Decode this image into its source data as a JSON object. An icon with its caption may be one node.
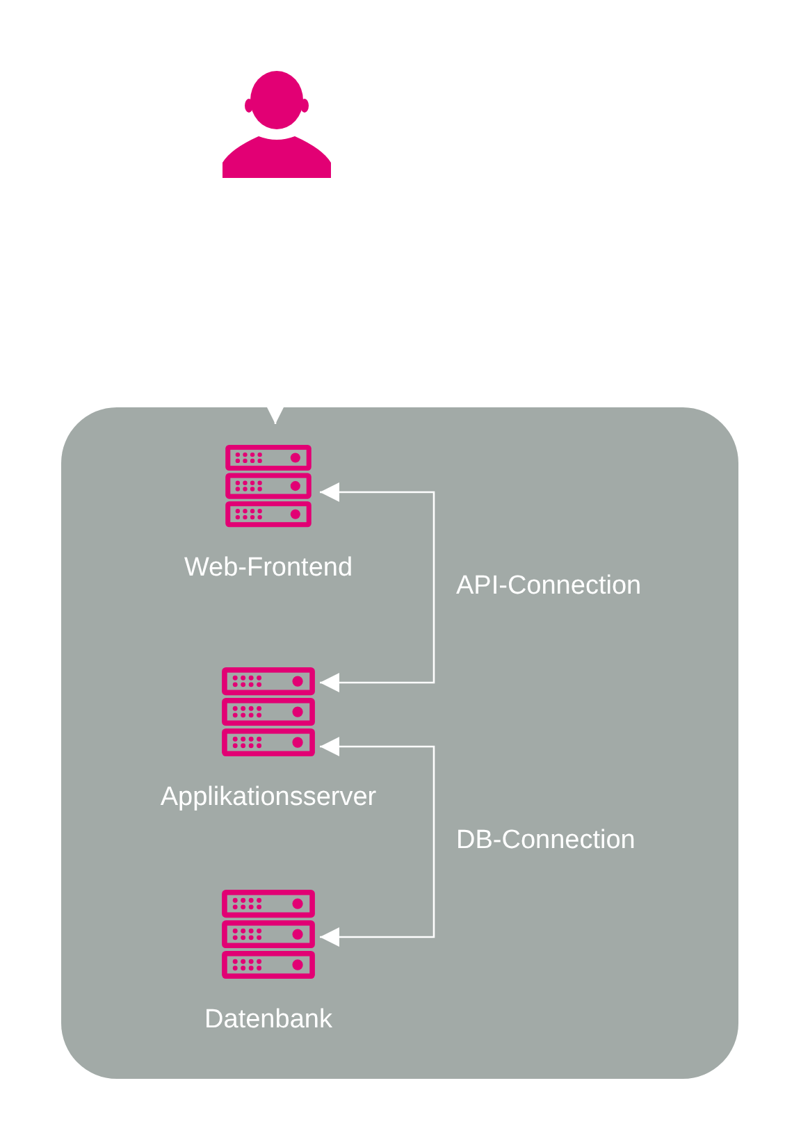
{
  "diagram": {
    "nodes": [
      {
        "text": [],
        "shape": "person"
      },
      {
        "text": [],
        "shape": "box"
      },
      {
        "text": [
          "Web-Frontend"
        ],
        "in": 1
      },
      {
        "text": [
          "Applikationsserver"
        ],
        "in": 1
      },
      {
        "text": [
          "Datenbank"
        ],
        "in": 1
      }
    ],
    "edges": [
      {
        "from": 0,
        "to": 1,
        "arrow": "to",
        "color": "#ffffff"
      },
      {
        "from": 2,
        "to": 3,
        "arrow": "both",
        "label": "API-Connection"
      },
      {
        "from": 3,
        "to": 4,
        "arrow": "both",
        "label": "DB-Connection"
      }
    ]
  }
}
